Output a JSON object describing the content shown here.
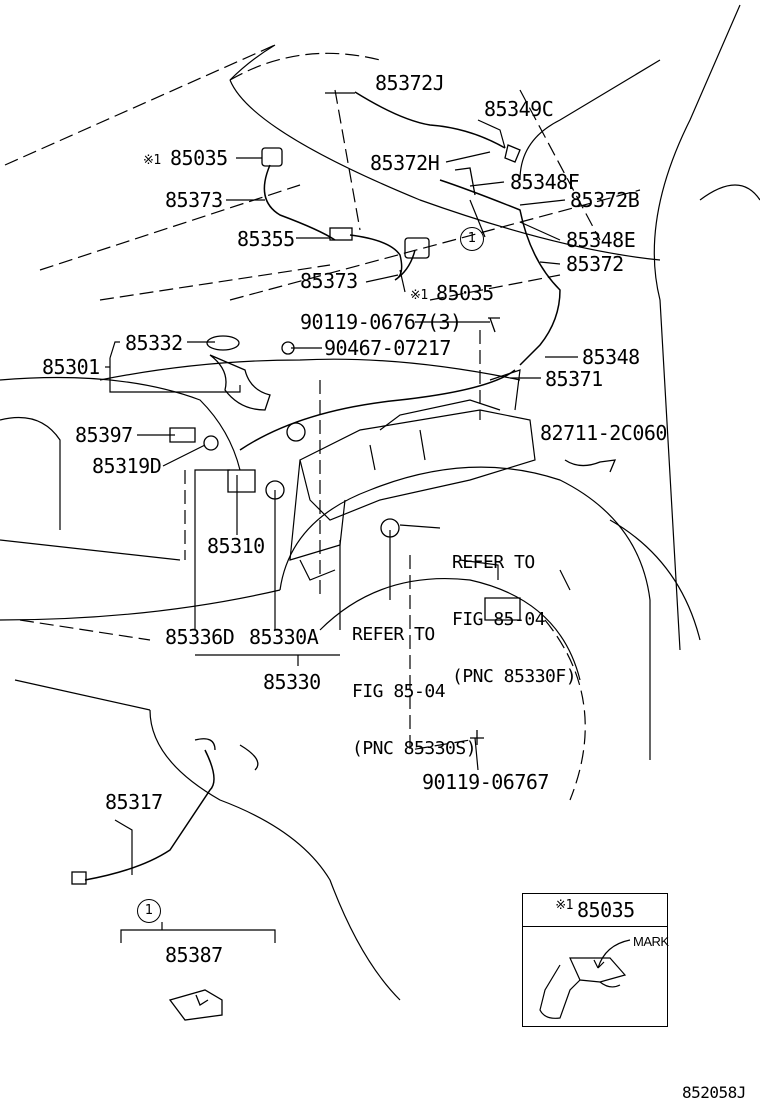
{
  "labels": {
    "p85372J": "85372J",
    "p85349C": "85349C",
    "p85035_a": "85035",
    "p85372H": "85372H",
    "p85348F": "85348F",
    "p85373_a": "85373",
    "p85372B": "85372B",
    "p85355": "85355",
    "p85348E": "85348E",
    "p85372": "85372",
    "p85373_b": "85373",
    "p85035_b": "85035",
    "p90119_3": "90119-06767(3)",
    "p85332": "85332",
    "p90467": "90467-07217",
    "p85301": "85301",
    "p85348": "85348",
    "p85371": "85371",
    "p85397": "85397",
    "p82711": "82711-2C060",
    "p85319D": "85319D",
    "p85310": "85310",
    "p85336D": "85336D",
    "p85330A": "85330A",
    "p85330": "85330",
    "p90119": "90119-06767",
    "p85317": "85317",
    "p85387": "85387"
  },
  "note_mark": "※1",
  "callout_number": "1",
  "refer_f": [
    "REFER TO",
    "FIG 85-04",
    "(PNC 85330F)"
  ],
  "refer_s": [
    "REFER TO",
    "FIG 85-04",
    "(PNC 85330S)"
  ],
  "inset": {
    "note": "※1",
    "part": "85035",
    "mark_label": "MARK"
  },
  "figure_id": "852058J"
}
